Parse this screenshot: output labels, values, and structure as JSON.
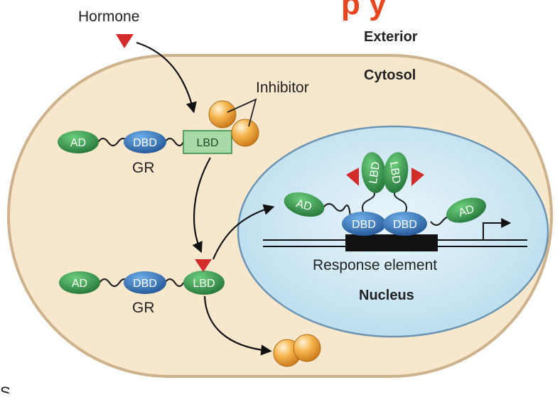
{
  "labels": {
    "title_fragment": "p y",
    "hormone": "Hormone",
    "exterior": "Exterior",
    "cytosol": "Cytosol",
    "inhibitor": "Inhibitor",
    "nucleus": "Nucleus",
    "response_element": "Response element",
    "gr": "GR",
    "corner_fragment": "S"
  },
  "domains": {
    "ad": "AD",
    "dbd": "DBD",
    "lbd": "LBD"
  },
  "colors": {
    "title": "#e8461e",
    "cell_fill": "#f7e7cc",
    "cell_stroke": "#cdb28c",
    "nucleus_fill": "#d4ebf5",
    "nucleus_stroke": "#6c95b3",
    "ad_green": "#2e8a45",
    "dbd_blue": "#2d6fb2",
    "lbd_box": "#a8d9a9",
    "hormone_red": "#d42b2b",
    "inhibitor_orange": "#f2ad43",
    "dna_black": "#111111"
  }
}
